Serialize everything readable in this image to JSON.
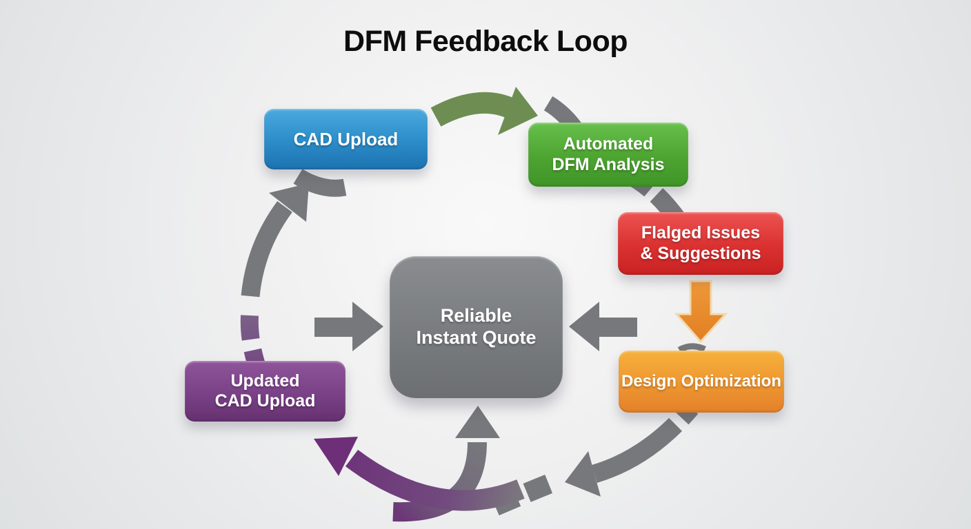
{
  "title": "DFM Feedback Loop",
  "diagram": {
    "nodes": {
      "cad_upload": {
        "line1": "CAD Upload",
        "line2": "",
        "color_top": "#49a9df",
        "color_bottom": "#1d72b0"
      },
      "automated_dfm": {
        "line1": "Automated",
        "line2": "DFM Analysis",
        "color_top": "#68c04c",
        "color_bottom": "#3f9527"
      },
      "flagged_issues": {
        "line1": "Flalged Issues",
        "line2": "& Suggestions",
        "color_top": "#ec5452",
        "color_bottom": "#c92222"
      },
      "design_optimization": {
        "line1": "Design Optimization",
        "line2": "",
        "color_top": "#f6b13c",
        "color_bottom": "#e3812a"
      },
      "updated_cad_upload": {
        "line1": "Updated",
        "line2": "CAD Upload",
        "color_top": "#8f559b",
        "color_bottom": "#66316f"
      },
      "center": {
        "line1": "Reliable",
        "line2": "Instant Quote",
        "color_top": "#8a8d90",
        "color_bottom": "#6c6f72"
      }
    },
    "arrow_colors": {
      "gray": "#76787b",
      "green": "#6e8d53",
      "orange": "#e8872b",
      "orange_outline": "#f2d9ae",
      "purple": "#6d2f78"
    }
  }
}
